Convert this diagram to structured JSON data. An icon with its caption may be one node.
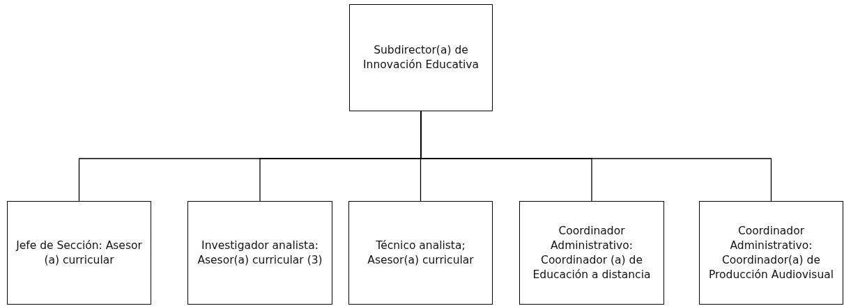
{
  "diagram": {
    "nodes": [
      {
        "text": [
          "Subdirector(a) de Innovación Educativa"
        ]
      },
      {
        "text": [
          "Jefe de Sección: Asesor (a) curricular"
        ]
      },
      {
        "text": [
          "Investigador analista: Asesor(a) curricular (3)"
        ]
      },
      {
        "text": [
          "Técnico analista; Asesor(a) curricular"
        ]
      },
      {
        "text": [
          "Coordinador Administrativo: Coordinador (a) de Educación a distancia"
        ]
      },
      {
        "text": [
          "Coordinador Administrativo: Coordinador(a) de Producción Audiovisual"
        ]
      }
    ],
    "edges": [
      {
        "from": 0,
        "to": 1,
        "arrow": "none"
      },
      {
        "from": 0,
        "to": 2,
        "arrow": "none"
      },
      {
        "from": 0,
        "to": 3,
        "arrow": "none"
      },
      {
        "from": 0,
        "to": 4,
        "arrow": "none"
      },
      {
        "from": 0,
        "to": 5,
        "arrow": "none"
      }
    ]
  }
}
